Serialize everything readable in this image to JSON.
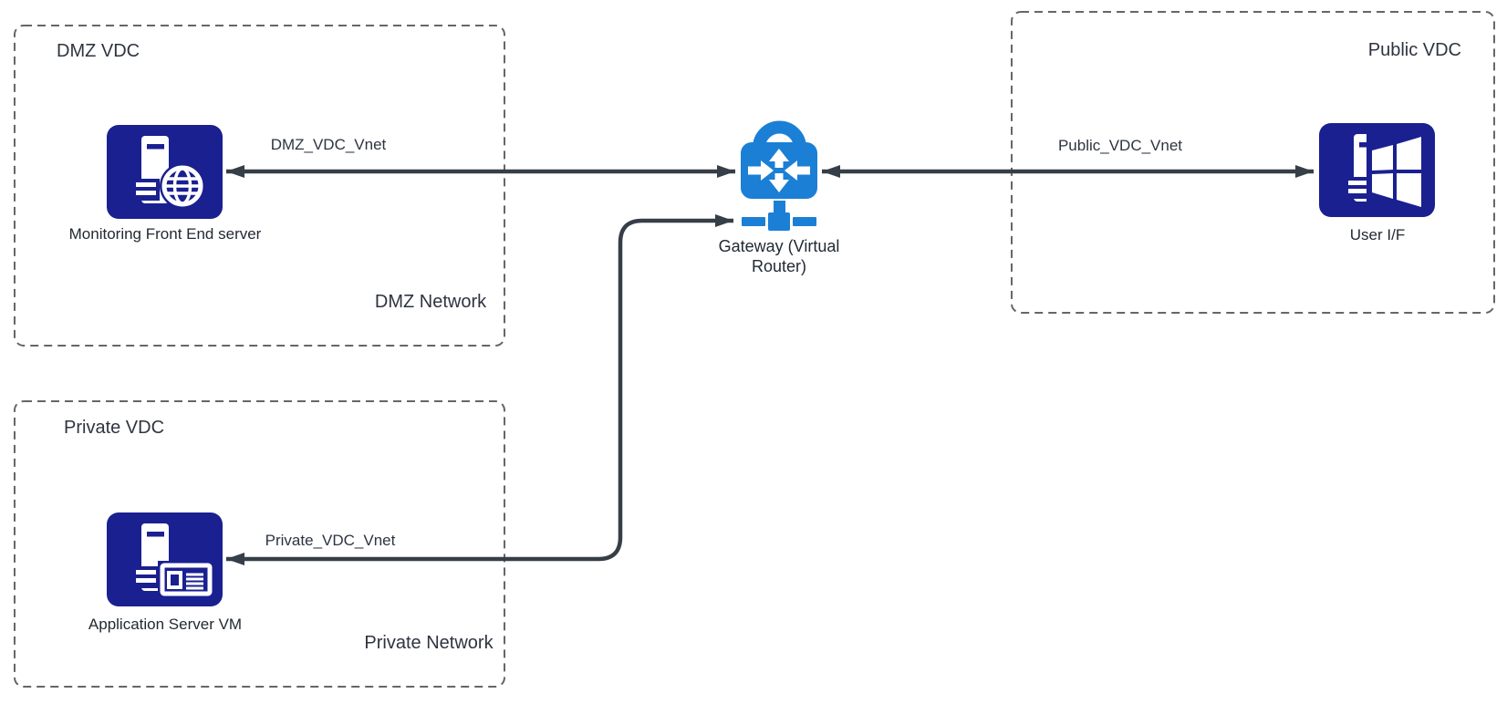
{
  "zones": {
    "dmz": {
      "title": "DMZ VDC",
      "network_label": "DMZ Network"
    },
    "private": {
      "title": "Private VDC",
      "network_label": "Private Network"
    },
    "public": {
      "title": "Public VDC"
    }
  },
  "nodes": {
    "monitoring": {
      "label": "Monitoring Front End server",
      "icon": "web-server-icon"
    },
    "app_server": {
      "label": "Application Server VM",
      "icon": "vm-server-icon"
    },
    "user_if": {
      "label": "User I/F",
      "icon": "windows-server-icon"
    },
    "gateway": {
      "label": "Gateway (Virtual Router)",
      "icon": "gateway-lock-router-icon"
    }
  },
  "connections": {
    "dmz_vnet": {
      "label": "DMZ_VDC_Vnet",
      "from": "monitoring",
      "to": "gateway",
      "arrows": "both"
    },
    "public_vnet": {
      "label": "Public_VDC_Vnet",
      "from": "gateway",
      "to": "user_if",
      "arrows": "both"
    },
    "private_vnet": {
      "label": "Private_VDC_Vnet",
      "from": "app_server",
      "to": "gateway",
      "arrows": "both"
    }
  },
  "colors": {
    "node_fill": "#1a2090",
    "gateway_fill": "#1b7fd6",
    "connector": "#363e47",
    "zone_border": "#666666",
    "text": "#2e3440",
    "background": "#ffffff"
  }
}
